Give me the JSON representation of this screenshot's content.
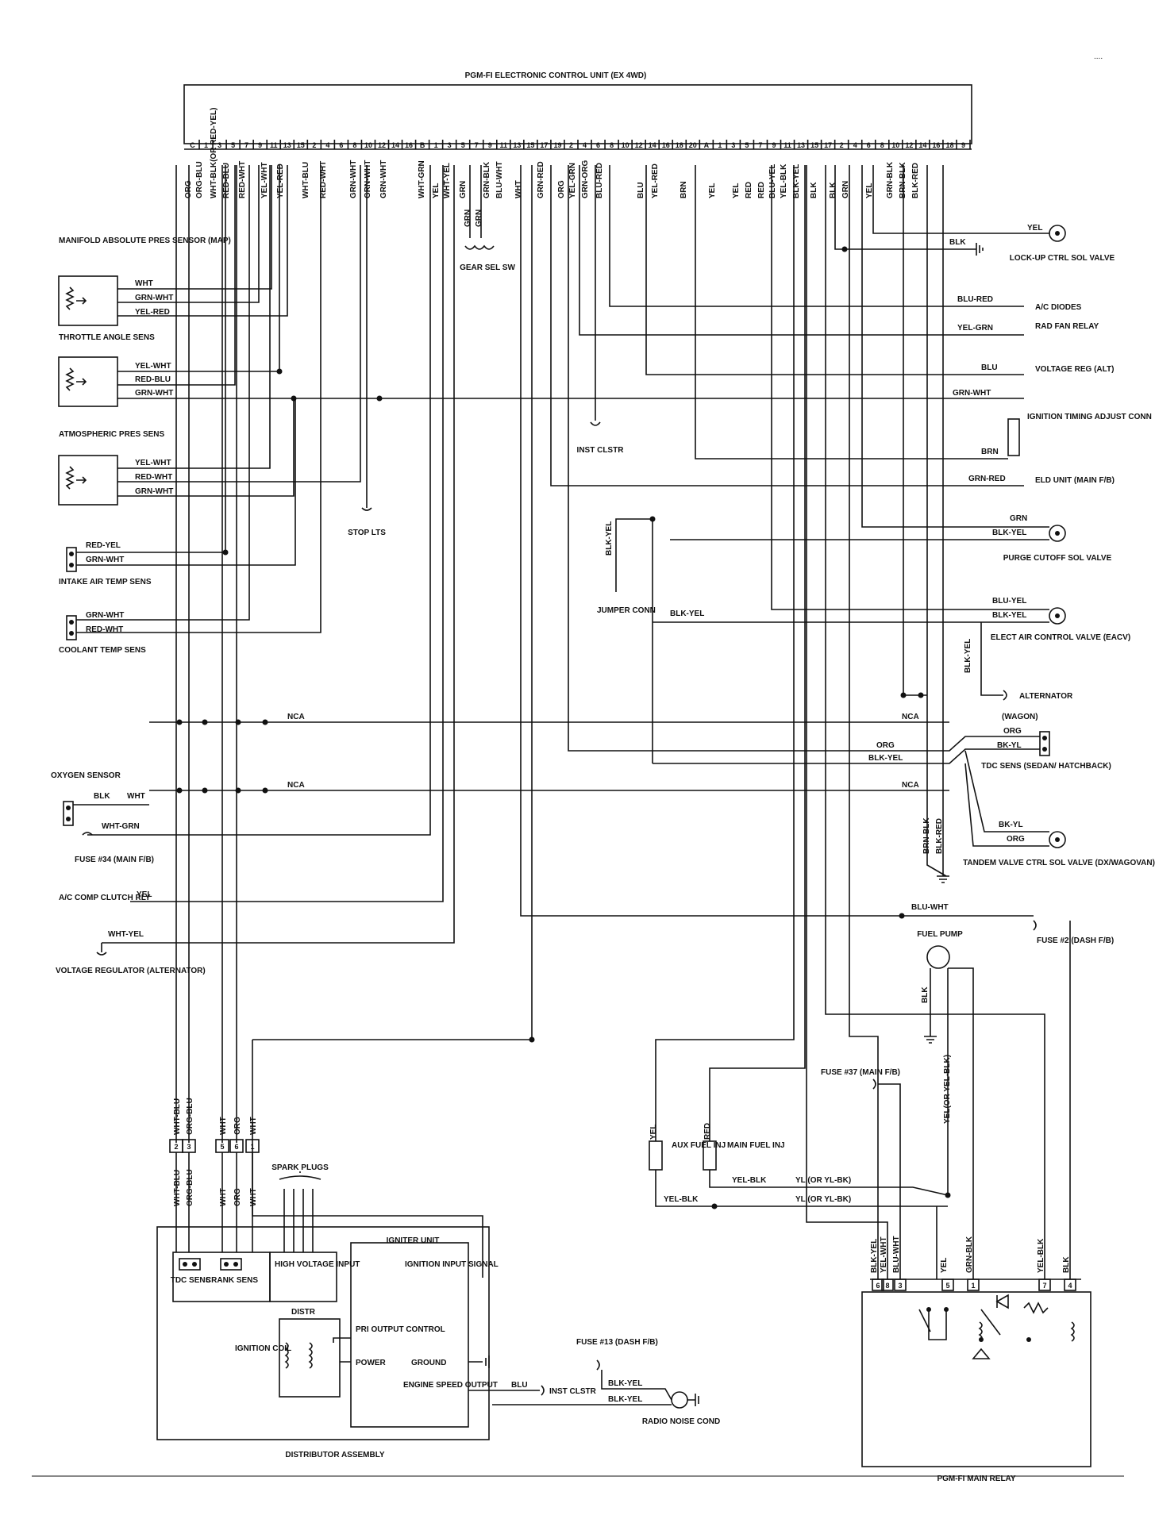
{
  "ecu": {
    "title": "PGM-FI ELECTRONIC CONTROL UNIT (EX 4WD)",
    "pins": [
      "C",
      "1",
      "3",
      "5",
      "7",
      "9",
      "11",
      "13",
      "15",
      "2",
      "4",
      "6",
      "8",
      "10",
      "12",
      "14",
      "16",
      "B",
      "1",
      "3",
      "5",
      "7",
      "9",
      "11",
      "13",
      "15",
      "17",
      "19",
      "2",
      "4",
      "6",
      "8",
      "10",
      "12",
      "14",
      "16",
      "18",
      "20",
      "A",
      "1",
      "3",
      "5",
      "7",
      "9",
      "11",
      "13",
      "15",
      "17",
      "2",
      "4",
      "6",
      "8",
      "10",
      "12",
      "14",
      "16",
      "18",
      "9"
    ],
    "wire_colors": [
      "ORG",
      "ORG-BLU",
      "WHT-BLK(OR RED-YEL)",
      "RED-BLU",
      "RED-WHT",
      "YEL-WHT",
      "YEL-RED",
      "WHT-BLU",
      "RED-WHT",
      "GRN-WHT",
      "GRN-WHT",
      "GRN-WHT",
      "WHT-GRN",
      "YEL",
      "WHT-YEL",
      "GRN",
      "GRN-BLK",
      "BLU-WHT",
      "WHT",
      "GRN-RED",
      "ORG",
      "YEL-GRN",
      "GRN-ORG",
      "BLU-RED",
      "BLU",
      "YEL-RED",
      "BRN",
      "YEL",
      "YEL",
      "RED",
      "RED",
      "BLU-YEL",
      "YEL-BLK",
      "BLK-YEL",
      "BLK",
      "BLK",
      "GRN",
      "YEL",
      "GRN-BLK",
      "BRN-BLK",
      "BLK-RED"
    ]
  },
  "sensors": {
    "map": "MANIFOLD ABSOLUTE PRES SENSOR (MAP)",
    "throttle": "THROTTLE ANGLE SENS",
    "atmospheric": "ATMOSPHERIC PRES SENS",
    "intake_air": "INTAKE AIR TEMP SENS",
    "coolant": "COOLANT TEMP SENS",
    "oxygen": "OXYGEN SENSOR"
  },
  "left_wires": {
    "map": [
      "WHT",
      "GRN-WHT",
      "YEL-RED"
    ],
    "throttle": [
      "YEL-WHT",
      "RED-BLU",
      "GRN-WHT"
    ],
    "atmospheric": [
      "YEL-WHT",
      "RED-WHT",
      "GRN-WHT"
    ],
    "intake_air": [
      "RED-YEL",
      "GRN-WHT"
    ],
    "coolant": [
      "GRN-WHT",
      "RED-WHT"
    ],
    "oxygen": [
      "BLK",
      "WHT"
    ],
    "fuse34_wire": "WHT-GRN",
    "ac_wire": "YEL",
    "vr_wire": "WHT-YEL"
  },
  "left_labels": {
    "stop_lts": "STOP LTS",
    "gear_sel": "GEAR SEL SW",
    "gear_grn": "GRN",
    "gear_grn2": "GRN",
    "nca": "NCA",
    "fuse34": "FUSE #34 (MAIN F/B)",
    "ac_comp": "A/C COMP CLUTCH RLY",
    "voltage_regulator": "VOLTAGE REGULATOR (ALTERNATOR)"
  },
  "right_components": {
    "lockup": "LOCK-UP CTRL SOL VALVE",
    "ac_diodes": "A/C DIODES",
    "rad_fan": "RAD FAN RELAY",
    "voltage_reg": "VOLTAGE REG (ALT)",
    "ignition_timing": "IGNITION TIMING ADJUST CONN",
    "eld": "ELD UNIT (MAIN F/B)",
    "purge": "PURGE CUTOFF SOL VALVE",
    "eacv": "ELECT AIR CONTROL VALVE (EACV)",
    "alternator": "ALTERNATOR",
    "wagon": "(WAGON)",
    "tdc_sens": "TDC SENS (SEDAN/ HATCHBACK)",
    "tandem": "TANDEM VALVE CTRL SOL VALVE (DX/WAGOVAN)",
    "fuse2": "FUSE #2 (DASH F/B)",
    "fuel_pump": "FUEL PUMP",
    "fuse37": "FUSE #37 (MAIN F/B)",
    "inst_clstr": "INST CLSTR",
    "jumper_conn": "JUMPER CONN"
  },
  "right_wires": {
    "lockup_yel": "YEL",
    "lockup_blk": "BLK",
    "ac_blu_red": "BLU-RED",
    "rad_yel_grn": "YEL-GRN",
    "vr_blu": "BLU",
    "ign_grn_wht": "GRN-WHT",
    "ign_brn": "BRN",
    "eld_grn_red": "GRN-RED",
    "purge_grn": "GRN",
    "purge_blk_yel": "BLK-YEL",
    "jumper_blk_yel": "BLK-YEL",
    "jumper_blk_yel2": "BLK-YEL",
    "eacv_blu_yel": "BLU-YEL",
    "eacv_blk_yel": "BLK-YEL",
    "alt_blk_yel": "BLK-YEL",
    "tdc_org": "ORG",
    "tdc_bk_yl": "BK-YL",
    "nca1": "NCA",
    "nca2": "NCA",
    "org_mid": "ORG",
    "blk_yel_mid": "BLK-YEL",
    "tandem_bk_yl": "BK-YL",
    "tandem_org": "ORG",
    "brn_blk": "BRN-BLK",
    "blk_red": "BLK-RED",
    "blu_wht": "BLU-WHT",
    "fp_blk": "BLK",
    "yel_or": "YEL(OR YEL-BLK)"
  },
  "injectors": {
    "aux": "AUX FUEL INJ",
    "main": "MAIN FUEL INJ",
    "yel": "YEL",
    "red": "RED",
    "yel_blk1": "YEL-BLK",
    "yel_blk2": "YEL-BLK",
    "yl1": "YL (OR YL-BK)",
    "yl2": "YL (OR YL-BK)"
  },
  "distributor": {
    "title": "DISTRIBUTOR ASSEMBLY",
    "igniter": "IGNITER UNIT",
    "high_voltage": "HIGH VOLTAGE INPUT",
    "distr": "DISTR",
    "tdc": "TDC SENS",
    "crank": "CRANK SENS",
    "ignition_input": "IGNITION INPUT SIGNAL",
    "pri_output": "PRI OUTPUT CONTROL",
    "power": "POWER",
    "ground": "GROUND",
    "engine_speed": "ENGINE SPEED OUTPUT",
    "ignition_coil": "IGNITION COIL",
    "spark_plugs": "SPARK PLUGS",
    "conn_pins": [
      "2",
      "3",
      "5",
      "6",
      "1"
    ],
    "wires_top": [
      "WHT-BLU",
      "ORG-BLU",
      "WHT",
      "ORG",
      "WHT"
    ],
    "wires_bottom": [
      "WHT-BLU",
      "ORG-BLU",
      "WHT",
      "ORG",
      "WHT"
    ],
    "blu": "BLU",
    "inst_clstr": "INST CLSTR"
  },
  "fuse13": {
    "label": "FUSE #13 (DASH F/B)",
    "blk_yel1": "BLK-YEL",
    "blk_yel2": "BLK-YEL",
    "radio": "RADIO NOISE COND"
  },
  "main_relay": {
    "title": "PGM-FI MAIN RELAY",
    "pins": [
      "6",
      "8",
      "3",
      "5",
      "1",
      "7",
      "4"
    ],
    "wires": [
      "BLK-YEL",
      "YEL-WHT",
      "BLU-WHT",
      "YEL",
      "GRN-BLK",
      "YEL-BLK",
      "BLK"
    ]
  },
  "corner_mark": "...."
}
